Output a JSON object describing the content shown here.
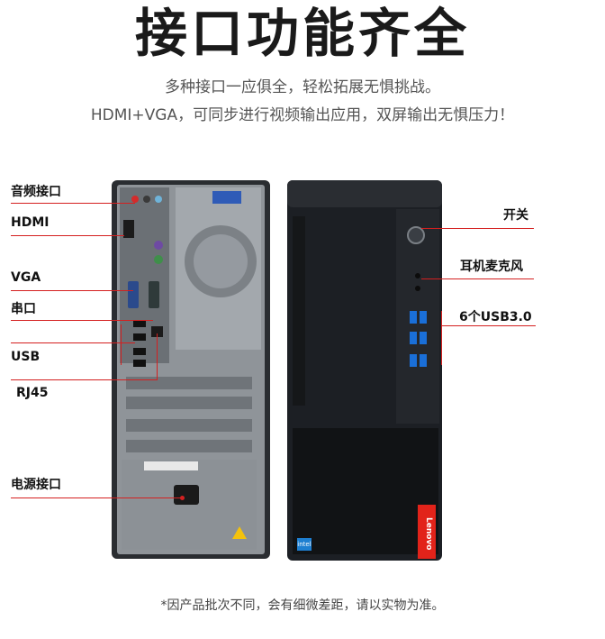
{
  "header": {
    "title": "接口功能齐全",
    "subtitle_1": "多种接口一应俱全，轻松拓展无惧挑战。",
    "subtitle_2": "HDMI+VGA，可同步进行视频输出应用，双屏输出无惧压力！"
  },
  "rear_labels": {
    "audio": "音频接口",
    "hdmi": "HDMI",
    "vga": "VGA",
    "serial": "串口",
    "usb": "USB",
    "rj45": "RJ45",
    "power": "电源接口"
  },
  "front_labels": {
    "power_switch": "开关",
    "headset_mic": "耳机麦克风",
    "usb3": "6个USB3.0"
  },
  "brand": {
    "logo_text": "Lenovo",
    "badge_text": "intel"
  },
  "footer": {
    "note": "*因产品批次不同，会有细微差距，请以实物为准。"
  },
  "colors": {
    "accent_line": "#d42020",
    "chassis": "#1c1f24",
    "panel_metal": "#9a9ea3",
    "lenovo_red": "#e2231a"
  }
}
